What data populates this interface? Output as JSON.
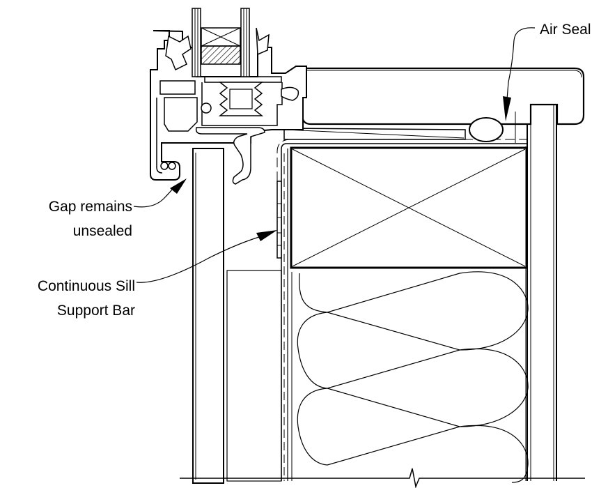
{
  "labels": {
    "air_seal": "Air Seal",
    "gap_line1": "Gap remains",
    "gap_line2": "unsealed",
    "support_line1": "Continuous Sill",
    "support_line2": "Support Bar"
  }
}
